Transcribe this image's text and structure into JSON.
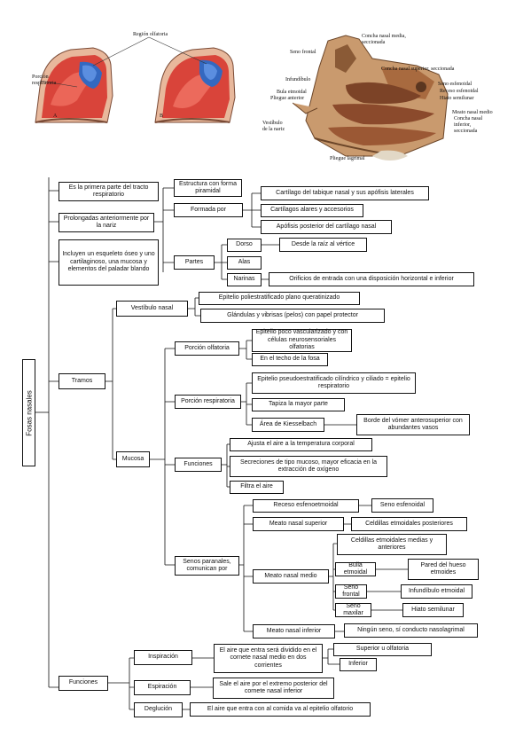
{
  "illustrations": {
    "left": {
      "label_top": "Región olfatoria",
      "label_side": "Porción respiratoria",
      "label_a": "A",
      "label_b": "B"
    },
    "right": {
      "labels": {
        "seno_frontal": "Seno frontal",
        "concha_media": "Concha nasal media,",
        "concha_media_2": "seccionada",
        "concha_superior": "Concha nasal superior, seccionada",
        "infundibulo": "Infundíbulo",
        "bula": "Bula etmoidal",
        "pliegue_anterior": "Pliegue anterior",
        "seno_esfenoidal": "Seno esfenoidal",
        "receso": "Receso esfenoidal",
        "hiato": "Hiato semilunar",
        "meato_medio": "Meato nasal medio",
        "concha_inferior": "Concha nasal",
        "concha_inferior_2": "inferior,",
        "concha_inferior_3": "seccionada",
        "vestibulo": "Vestíbulo",
        "vestibulo_2": "de la nariz",
        "pliegue_lagrimal": "Pliegue lagrimal"
      }
    }
  },
  "map": {
    "root": "Fosas nasales",
    "l1_1": "Es la primera parte del tracto respiratorio",
    "l1_2": "Prolongadas anteriormente por la nariz",
    "l1_3": "Incluyen un esqueleto óseo y uno cartilaginoso, una mucosa y elementos del paladar blando",
    "estructura": "Estructura con forma piramidal",
    "formada_por": "Formada por",
    "cartilago_tabique": "Cartílago del tabique nasal y sus apófisis laterales",
    "cartilagos_alares": "Cartílagos alares y accesorios",
    "apofisis": "Apófisis posterior del cartílago nasal",
    "partes": "Partes",
    "dorso": "Dorso",
    "dorso_desc": "Desde la raíz al vértice",
    "alas": "Alas",
    "narinas": "Narinas",
    "narinas_desc": "Orificios de entrada con una disposición horizontal e inferior",
    "tramos": "Tramos",
    "vestibulo_nasal": "Vestíbulo nasal",
    "epitelio_poliestratificado": "Epitelio poliestratificado plano queratinizado",
    "glandulas": "Glándulas y vibrisas (pelos) con papel protector",
    "mucosa": "Mucosa",
    "porcion_olfatoria": "Porción olfatoria",
    "epitelio_poco": "Epitelio poco vascularizado y con células neurosensoriales olfatorias",
    "techo": "En el techo de la fosa",
    "porcion_respiratoria": "Porción respiratoria",
    "epitelio_pseudo": "Epitelio pseudoestratificado cilíndrico y ciliado = epitelio respiratorio",
    "tapiza": "Tapiza la mayor parte",
    "kiesselbach": "Área de Kiesselbach",
    "borde_vomer": "Borde del vómer anterosuperior con abundantes vasos",
    "funciones_mucosa": "Funciones",
    "ajusta": "Ajusta el aire a la temperatura corporal",
    "secreciones": "Secreciones de tipo mucoso, mayor eficacia en la extracción de oxígeno",
    "filtra": "Filtra el aire",
    "senos": "Senos paranales, comunican por",
    "receso": "Receso esfenoetmoidal",
    "seno_esfenoidal": "Seno esfenoidal",
    "meato_superior": "Meato nasal superior",
    "celdillas_posteriores": "Celdillas etmoidales posteriores",
    "meato_medio": "Meato nasal medio",
    "celdillas_medias": "Celdillas etmoidales medias y anteriores",
    "bulla": "Bulla etmoidal",
    "pared_hueso": "Pared del hueso etmoides",
    "seno_frontal": "Seno frontal",
    "infundibulo": "Infundíbulo etmoidal",
    "seno_maxilar": "Seno maxilar",
    "hiato": "Hiato semilunar",
    "meato_inferior": "Meato nasal inferior",
    "ningun_seno": "Ningún seno, sí conducto nasolagrimal",
    "funciones": "Funciones",
    "inspiracion": "Inspiración",
    "inspiracion_desc": "El aire que entra será dividido en el cornete nasal medio en dos corrientes",
    "superior_olfatoria": "Superior u olfatoria",
    "inferior": "Inferior",
    "espiracion": "Espiración",
    "espiracion_desc": "Sale el aire por el extremo posterior del cornete nasal inferior",
    "deglucion": "Deglución",
    "deglucion_desc": "El aire que entra con al comida va al epitelio olfatorio"
  }
}
